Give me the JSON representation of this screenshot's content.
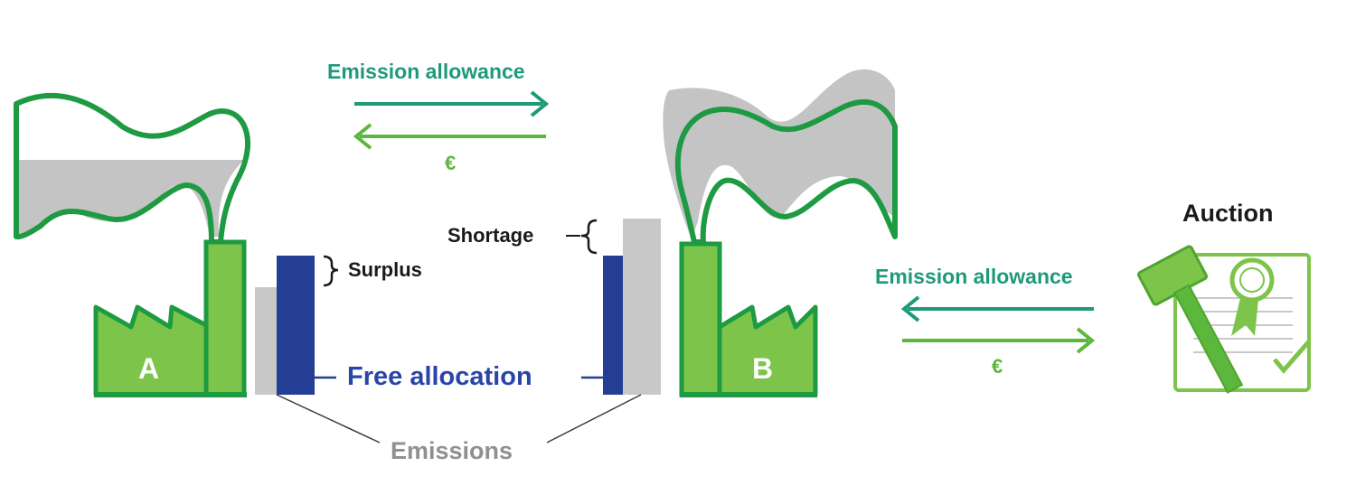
{
  "top_exchange": {
    "allowance_label": "Emission allowance",
    "money_label": "€"
  },
  "right_exchange": {
    "allowance_label": "Emission allowance",
    "money_label": "€"
  },
  "factory_a": {
    "label": "A"
  },
  "factory_b": {
    "label": "B"
  },
  "bars": {
    "surplus_label": "Surplus",
    "shortage_label": "Shortage",
    "free_allocation_label": "Free allocation",
    "emissions_label": "Emissions"
  },
  "auction": {
    "label": "Auction"
  },
  "colors": {
    "factory_green": "#1e9a43",
    "factory_fill": "#7cc54a",
    "smoke_grey": "#c4c4c4",
    "allocation_blue": "#233e94",
    "emissions_grey": "#c8c8c8",
    "arrow_teal": "#1f9a78",
    "arrow_green": "#5cb83c"
  }
}
